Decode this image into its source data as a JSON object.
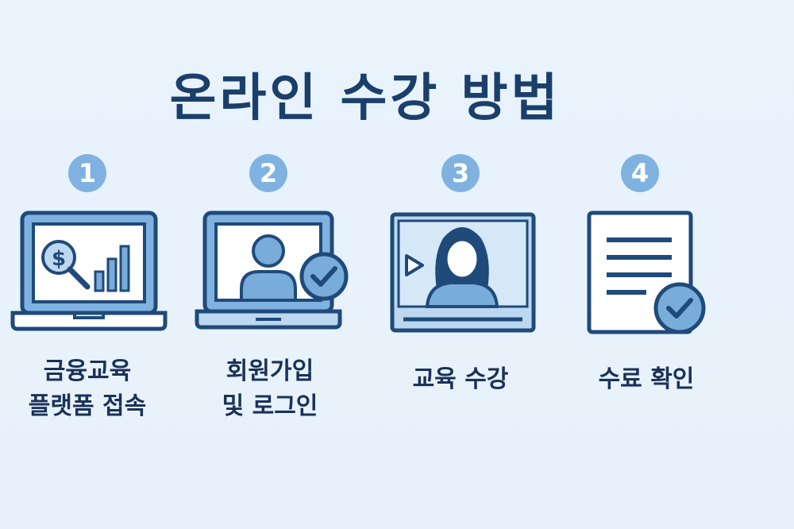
{
  "title": "온라인 수강 방법",
  "steps": [
    {
      "number": "1",
      "label_line1": "금융교육",
      "label_line2": "플랫폼 접속",
      "icon": "laptop-finance-icon"
    },
    {
      "number": "2",
      "label_line1": "회원가입",
      "label_line2": "및 로그인",
      "icon": "laptop-user-check-icon"
    },
    {
      "number": "3",
      "label_line1": "교육 수강",
      "label_line2": "",
      "icon": "video-lecture-icon"
    },
    {
      "number": "4",
      "label_line1": "수료 확인",
      "label_line2": "",
      "icon": "certificate-check-icon"
    }
  ],
  "colors": {
    "background": "#e8f2fb",
    "title": "#1b3f6b",
    "badge": "#7fb2e0",
    "outline": "#1f4a7a",
    "fill": "#79acd9"
  }
}
